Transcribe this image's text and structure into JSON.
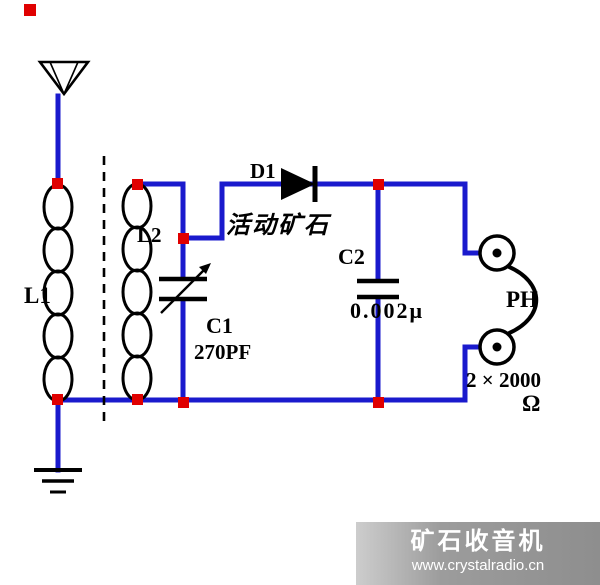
{
  "diagram": {
    "labels": {
      "d1": "D1",
      "crystal_note": "活动矿石",
      "l2": "L2",
      "l1": "L1",
      "c1": "C1",
      "c1_value": "270PF",
      "c2": "C2",
      "c2_value": "0.002μ",
      "ph": "PH",
      "impedance": "2 × 2000",
      "impedance_unit": "Ω"
    },
    "colors": {
      "wire": "#1a1acd",
      "junction": "#e00000",
      "component": "#000000",
      "crystal_note": "#a01010"
    }
  },
  "watermark": {
    "title": "矿石收音机",
    "url": "www.crystalradio.cn"
  }
}
